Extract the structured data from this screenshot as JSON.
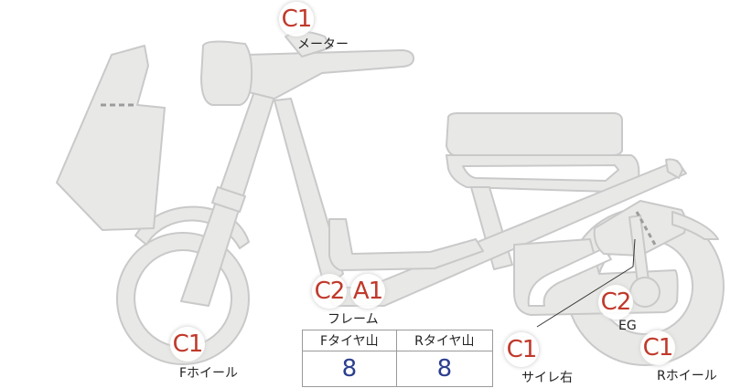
{
  "diagram": {
    "labels": {
      "meter": "メーター",
      "frame": "フレーム",
      "eg": "EG",
      "f_wheel": "Fホイール",
      "siren_right": "サイレ右",
      "r_wheel": "Rホイール"
    },
    "grades": {
      "meter": "C1",
      "frame_1": "C2",
      "frame_2": "A1",
      "eg": "C2",
      "f_wheel": "C1",
      "siren_right": "C1",
      "r_wheel": "C1"
    },
    "tire_table": {
      "headers": [
        "Fタイヤ山",
        "Rタイヤ山"
      ],
      "values": [
        "8",
        "8"
      ]
    },
    "colors": {
      "bike_fill": "#e8e8e6",
      "bike_stroke": "#c9c9c9",
      "grade_text": "#c0392b",
      "value_text": "#2c3e8f"
    }
  }
}
